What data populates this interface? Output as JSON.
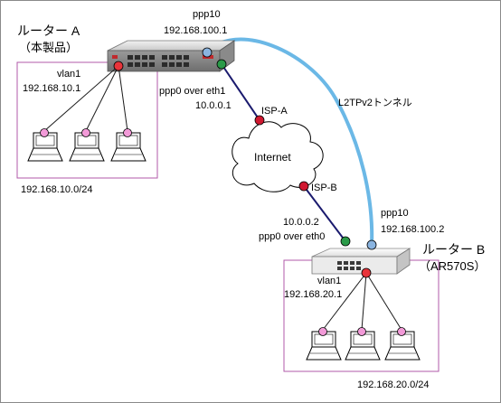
{
  "router_a": {
    "name": "ルーター A",
    "subtitle": "（本製品）",
    "ppp10_label": "ppp10",
    "ppp10_ip": "192.168.100.1",
    "vlan_label": "vlan1",
    "vlan_ip": "192.168.10.1",
    "wan_label": "ppp0 over eth1",
    "wan_ip": "10.0.0.1",
    "lan_subnet": "192.168.10.0/24"
  },
  "router_b": {
    "name": "ルーター B",
    "model": "（AR570S）",
    "ppp10_label": "ppp10",
    "ppp10_ip": "192.168.100.2",
    "vlan_label": "vlan1",
    "vlan_ip": "192.168.20.1",
    "wan_label": "ppp0 over eth0",
    "wan_ip": "10.0.0.2",
    "lan_subnet": "192.168.20.0/24"
  },
  "internet": {
    "label": "Internet",
    "isp_a": "ISP-A",
    "isp_b": "ISP-B"
  },
  "tunnel": {
    "label": "L2TPv2トンネル"
  },
  "colors": {
    "tunnel": "#6bb8e6",
    "wan_link": "#1a1a6e",
    "lan_link": "#1a1a1a",
    "lan_box": "#b05aa8",
    "vlan_port": "#e8343a",
    "wan_port": "#2a9a48",
    "ppp_port": "#8ab4e0",
    "isp_node": "#d01830",
    "pc_node": "#f29ad8"
  }
}
